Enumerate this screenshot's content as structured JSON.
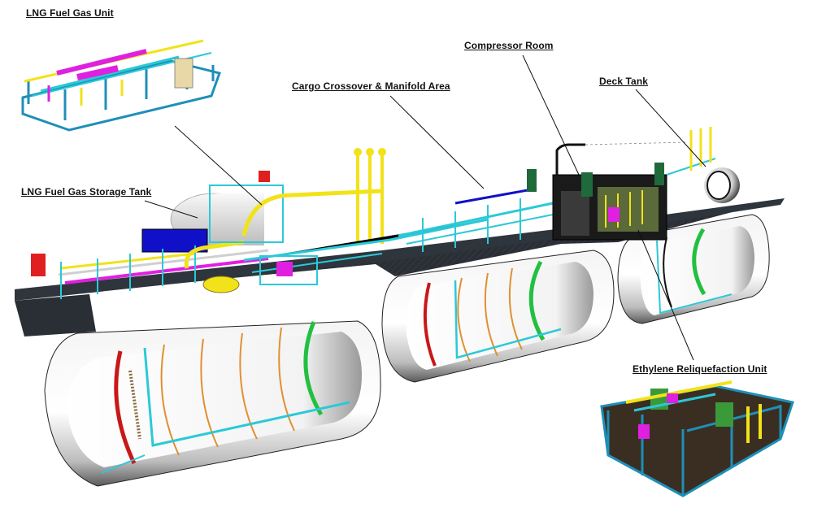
{
  "diagram": {
    "subject": "Gas carrier deck and cargo tank arrangement (3D cutaway model)",
    "colors": {
      "structure_cyan": "#2bc9d8",
      "frame_blue": "#1f8fb8",
      "pipe_magenta": "#e020e0",
      "pipe_yellow": "#f2e21a",
      "deck_dark": "#2a2f36",
      "tank_shell": "#e8e8e8",
      "panel_blue": "#1010c8",
      "box_red": "#e02020",
      "ring_green": "#22c040",
      "ring_red": "#c81818",
      "ring_orange": "#e09030",
      "equipment_green": "#1f6a3a",
      "leader_line": "#111111"
    },
    "callouts": [
      {
        "id": "lng-fuel-gas-unit",
        "text": "LNG Fuel Gas Unit"
      },
      {
        "id": "compressor-room",
        "text": "Compressor Room"
      },
      {
        "id": "cargo-crossover-manifold",
        "text": "Cargo Crossover & Manifold Area"
      },
      {
        "id": "deck-tank",
        "text": "Deck Tank"
      },
      {
        "id": "lng-fuel-gas-storage-tank",
        "text": "LNG Fuel Gas Storage Tank"
      },
      {
        "id": "ethylene-reliquefaction-unit",
        "text": "Ethylene Reliquefaction Unit"
      }
    ],
    "insets": [
      {
        "id": "inset-lng-fuel-gas-unit",
        "position": "top-left"
      },
      {
        "id": "inset-ethylene-reliquefaction-unit",
        "position": "bottom-right"
      }
    ],
    "cargo_tanks": 3
  }
}
